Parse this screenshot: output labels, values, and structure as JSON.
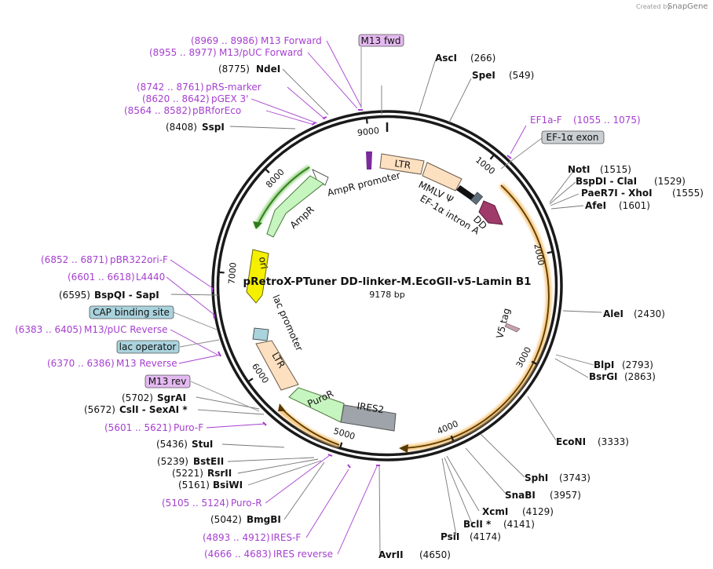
{
  "plasmid": {
    "name": "pRetroX-PTuner DD-linker-M.EcoGII-v5-Lamin B1",
    "size_label": "9178 bp",
    "length": 9178
  },
  "credit": {
    "created_by": "Created by",
    "brand": "SnapGene"
  },
  "ticks": [
    {
      "pos": 1000,
      "label": "1000"
    },
    {
      "pos": 2000,
      "label": "2000"
    },
    {
      "pos": 3000,
      "label": "3000"
    },
    {
      "pos": 4000,
      "label": "4000"
    },
    {
      "pos": 5000,
      "label": "5000"
    },
    {
      "pos": 6000,
      "label": "6000"
    },
    {
      "pos": 7000,
      "label": "7000"
    },
    {
      "pos": 8000,
      "label": "8000"
    },
    {
      "pos": 9000,
      "label": "9000"
    }
  ],
  "enzymes_right": [
    {
      "name": "AscI",
      "pos_label": "(266)",
      "pos": 266
    },
    {
      "name": "SpeI",
      "pos_label": "(549)",
      "pos": 549
    },
    {
      "name": "NotI",
      "pos_label": "(1515)",
      "pos": 1515
    },
    {
      "name": "BspDI - ClaI",
      "pos_label": "(1529)",
      "pos": 1529
    },
    {
      "name": "PaeR7I - XhoI",
      "pos_label": "(1555)",
      "pos": 1555
    },
    {
      "name": "AfeI",
      "pos_label": "(1601)",
      "pos": 1601
    },
    {
      "name": "AleI",
      "pos_label": "(2430)",
      "pos": 2430
    },
    {
      "name": "BlpI",
      "pos_label": "(2793)",
      "pos": 2793
    },
    {
      "name": "BsrGI",
      "pos_label": "(2863)",
      "pos": 2863
    },
    {
      "name": "EcoNI",
      "pos_label": "(3333)",
      "pos": 3333
    },
    {
      "name": "SphI",
      "pos_label": "(3743)",
      "pos": 3743
    },
    {
      "name": "SnaBI",
      "pos_label": "(3957)",
      "pos": 3957
    },
    {
      "name": "XcmI",
      "pos_label": "(4129)",
      "pos": 4129
    },
    {
      "name": "BclI *",
      "pos_label": "(4141)",
      "pos": 4141
    },
    {
      "name": "PsiI",
      "pos_label": "(4174)",
      "pos": 4174
    },
    {
      "name": "AvrII",
      "pos_label": "(4650)",
      "pos": 4650
    }
  ],
  "enzymes_left": [
    {
      "name": "NdeI",
      "pos_label": "(8775)",
      "pos": 8775
    },
    {
      "name": "SspI",
      "pos_label": "(8408)",
      "pos": 8408
    },
    {
      "name": "BspQI - SapI",
      "pos_label": "(6595)",
      "pos": 6595
    },
    {
      "name": "SgrAI",
      "pos_label": "(5702)",
      "pos": 5702
    },
    {
      "name": "CslI - SexAI *",
      "pos_label": "(5672)",
      "pos": 5672
    },
    {
      "name": "StuI",
      "pos_label": "(5436)",
      "pos": 5436
    },
    {
      "name": "BstEII",
      "pos_label": "(5239)",
      "pos": 5239
    },
    {
      "name": "RsrII",
      "pos_label": "(5221)",
      "pos": 5221
    },
    {
      "name": "BsiWI",
      "pos_label": "(5161)",
      "pos": 5161
    },
    {
      "name": "BmgBI",
      "pos_label": "(5042)",
      "pos": 5042
    }
  ],
  "primers": [
    {
      "name": "M13 Forward",
      "range": "(8969 .. 8986)"
    },
    {
      "name": "M13/pUC Forward",
      "range": "(8955 .. 8977)"
    },
    {
      "name": "pRS-marker",
      "range": "(8742 .. 8761)"
    },
    {
      "name": "pGEX 3'",
      "range": "(8620 .. 8642)"
    },
    {
      "name": "pBRforEco",
      "range": "(8564 .. 8582)"
    },
    {
      "name": "pBR322ori-F",
      "range": "(6852 .. 6871)"
    },
    {
      "name": "L4440",
      "range": "(6601 .. 6618)"
    },
    {
      "name": "M13/pUC Reverse",
      "range": "(6383 .. 6405)"
    },
    {
      "name": "M13 Reverse",
      "range": "(6370 .. 6386)"
    },
    {
      "name": "Puro-F",
      "range": "(5601 .. 5621)"
    },
    {
      "name": "Puro-R",
      "range": "(5105 .. 5124)"
    },
    {
      "name": "IRES-F",
      "range": "(4893 .. 4912)"
    },
    {
      "name": "IRES reverse",
      "range": "(4666 .. 4683)"
    },
    {
      "name": "EF1a-F",
      "range": "(1055 .. 1075)"
    }
  ],
  "boxed_features": [
    {
      "name": "M13 fwd"
    },
    {
      "name": "EF-1α exon"
    },
    {
      "name": "CAP binding site"
    },
    {
      "name": "lac operator"
    },
    {
      "name": "M13 rev"
    }
  ],
  "features": {
    "ltr_top": "LTR",
    "mmlv": "MMLV Ψ",
    "intron": "EF-1α intron A",
    "dd": "DD",
    "ampr_promoter": "AmpR promoter",
    "ampr": "AmpR",
    "ori": "ori",
    "lac_promoter": "lac promoter",
    "ltr_bottom": "LTR",
    "puror": "PuroR",
    "ires2": "IRES2",
    "v5_tag": "V5 tag"
  },
  "colors": {
    "backbone": "#1a1a1a",
    "ltr": "#fde0c0",
    "ampr": "#c6f5c0",
    "ori": "#f5ef00",
    "dd": "#a03a6a",
    "ires": "#9ea4aa",
    "orf_arc": "#f5a623",
    "primer": "#a63fd0",
    "boxed_purple": "#e4b9f0",
    "boxed_teal": "#a9d3dd",
    "boxed_gray": "#c9ced2"
  }
}
